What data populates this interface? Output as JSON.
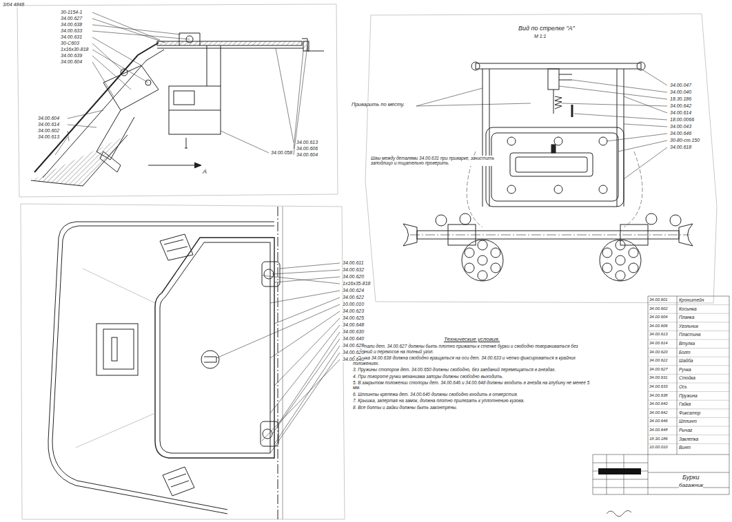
{
  "diagram": {
    "labels": [
      "3/04 4848",
      "30-1154-1",
      "34.00.627",
      "34.00.638",
      "34.00.633",
      "34.00.631",
      "30-С603",
      "1x16x30-818",
      "34.00.639",
      "34.00.604",
      "34.00.613",
      "34.00.606",
      "34.00.604",
      "34.00.604",
      "34.00.614",
      "34.00.602",
      "34.00.613",
      "34.00.058",
      "А",
      "Вид по стрелке \"А\"",
      "М 1:1",
      "Приварить по месту.",
      "Швы между деталями 34.00.631 при приварке, зачистить заподлицо и тщательно проверить.",
      "34.00.047",
      "34.00.040",
      "18.30.186",
      "34.00.642",
      "34.00.614",
      "18.00.0066",
      "34.00.043",
      "34.00.646",
      "30-80-ст.150",
      "34.00.618",
      "34.00.611",
      "34.00.632",
      "34.00.620",
      "1x16x35-818",
      "34.00.624",
      "34.00.622",
      "10.00.010",
      "34.00.623",
      "34.00.625",
      "34.00.648",
      "34.00.630",
      "34.00.640",
      "34.00.628",
      "34.00.620",
      "34.00.640",
      "Технические условия.",
      "1. Детали дет. 34.00.627 должны быть плотно прижаты к стенке бурки и свободно поворачиваться без заеданий и перекосов на полный угол.",
      "2. Ручка 34.00.638 должна свободно вращаться на оси дет. 34.00.633 и четко фиксироваться в крайних положениях.",
      "3. Пружины стопоров дет. 34.00.650 должны свободно, без заеданий перемещаться в гнездах.",
      "4. При повороте ручки механизма запоры должны свободно выходить.",
      "5. В закрытом положении стопоры дет. 34.00.646 и 34.00.648 должны входить в гнезда на глубину не менее 5 мм.",
      "6. Шплинты крепежа дет. 34.00.640 должны свободно входить в отверстия.",
      "7. Крышка, запертая на замок, должна плотно прилегать к уплотнению кузова.",
      "8. Все болты и гайки должны быть законтрены.",
      "34.00.601",
      "Кронштейн",
      "34.00.602",
      "Косынка",
      "34.00.604",
      "Планка",
      "34.00.606",
      "Угольник",
      "34.00.613",
      "Пластина",
      "34.00.614",
      "Втулка",
      "34.00.620",
      "Болт",
      "34.00.622",
      "Шайба",
      "34.00.627",
      "Ручка",
      "34.00.631",
      "Стойка",
      "34.00.633",
      "Ось",
      "34.00.638",
      "Пружина",
      "34.00.640",
      "Гайка",
      "34.00.642",
      "Фиксатор",
      "34.00.646",
      "Шплинт",
      "34.00.648",
      "Рычаг",
      "18.30.186",
      "Заклепка",
      "10.00.010",
      "Винт",
      "Бурки",
      "багажник"
    ]
  }
}
